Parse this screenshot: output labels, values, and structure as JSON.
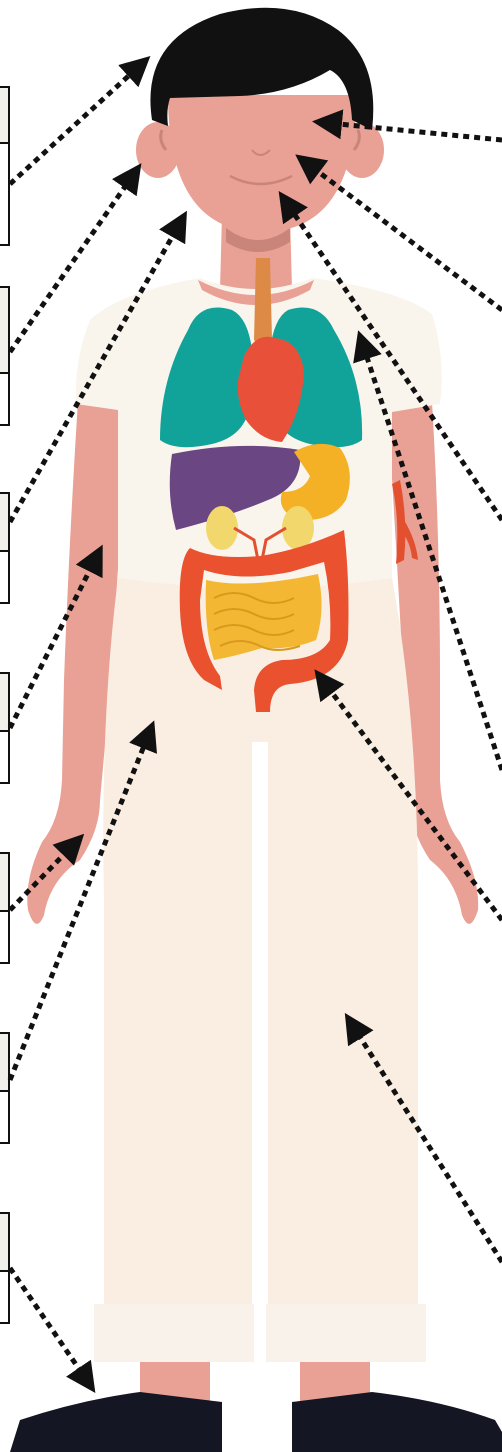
{
  "figure": {
    "colors": {
      "skin": "#e9a095",
      "skin_shadow": "#c98579",
      "hair": "#111111",
      "shirt": "#faf5ec",
      "pants": "#f9eee1",
      "pants_cuff": "#f8f2ea",
      "shoes": "#141624",
      "lungs": "#11a39a",
      "heart": "#e8503a",
      "liver": "#6a4683",
      "stomach": "#f4b125",
      "kidneys": "#f2d86c",
      "intestine_small": "#f4b733",
      "intestine_large": "#e9512f",
      "esophagus": "#dc8a45",
      "vein": "#e2502f",
      "arrow": "#111111"
    },
    "label_boxes": [
      {
        "name": "label-box-1"
      },
      {
        "name": "label-box-2"
      },
      {
        "name": "label-box-3"
      },
      {
        "name": "label-box-4"
      },
      {
        "name": "label-box-5"
      },
      {
        "name": "label-box-6"
      },
      {
        "name": "label-box-7"
      }
    ]
  }
}
